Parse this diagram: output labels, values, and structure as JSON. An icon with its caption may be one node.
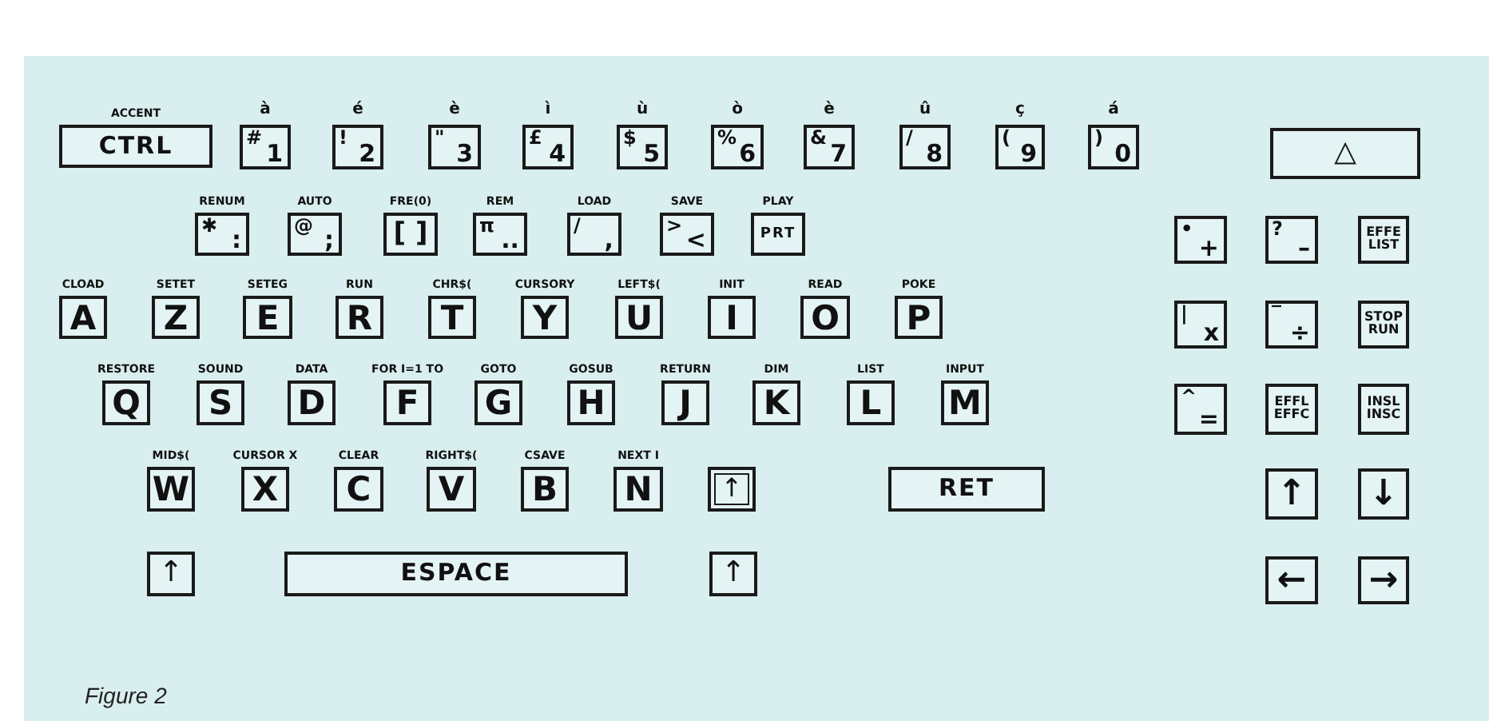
{
  "diagram": {
    "caption": "Figure 2",
    "nodes": [
      {
        "text": [
          "CTRL"
        ],
        "beside": [
          "ACCENT"
        ]
      },
      {
        "text": [
          "#",
          "1"
        ],
        "beside": [
          "à"
        ]
      },
      {
        "text": [
          "!",
          "2"
        ],
        "beside": [
          "é"
        ]
      },
      {
        "text": [
          "\"",
          "3"
        ],
        "beside": [
          "è"
        ]
      },
      {
        "text": [
          "£",
          "4"
        ],
        "beside": [
          "ì"
        ]
      },
      {
        "text": [
          "$",
          "5"
        ],
        "beside": [
          "ù"
        ]
      },
      {
        "text": [
          "%",
          "6"
        ],
        "beside": [
          "ò"
        ]
      },
      {
        "text": [
          "&",
          "7"
        ],
        "beside": [
          "è"
        ]
      },
      {
        "text": [
          "/",
          "8"
        ],
        "beside": [
          "û"
        ]
      },
      {
        "text": [
          "(",
          "9"
        ],
        "beside": [
          "ç"
        ]
      },
      {
        "text": [
          ")",
          "0"
        ],
        "beside": [
          "á"
        ]
      },
      {
        "text": [
          "✱",
          ":"
        ],
        "beside": [
          "RENUM"
        ]
      },
      {
        "text": [
          "@",
          ";"
        ],
        "beside": [
          "AUTO"
        ]
      },
      {
        "text": [
          "[ ]"
        ],
        "beside": [
          "FRE(0)"
        ]
      },
      {
        "text": [
          "π",
          ".."
        ],
        "beside": [
          "REM"
        ]
      },
      {
        "text": [
          "/",
          ","
        ],
        "beside": [
          "LOAD"
        ]
      },
      {
        "text": [
          ">",
          "<"
        ],
        "beside": [
          "SAVE"
        ]
      },
      {
        "text": [
          "PRT"
        ],
        "beside": [
          "PLAY"
        ]
      },
      {
        "text": [
          "A"
        ],
        "beside": [
          "CLOAD"
        ]
      },
      {
        "text": [
          "Z"
        ],
        "beside": [
          "SETET"
        ]
      },
      {
        "text": [
          "E"
        ],
        "beside": [
          "SETEG"
        ]
      },
      {
        "text": [
          "R"
        ],
        "beside": [
          "RUN"
        ]
      },
      {
        "text": [
          "T"
        ],
        "beside": [
          "CHR$("
        ]
      },
      {
        "text": [
          "Y"
        ],
        "beside": [
          "CURSORY"
        ]
      },
      {
        "text": [
          "U"
        ],
        "beside": [
          "LEFT$("
        ]
      },
      {
        "text": [
          "I"
        ],
        "beside": [
          "INIT"
        ]
      },
      {
        "text": [
          "O"
        ],
        "beside": [
          "READ"
        ]
      },
      {
        "text": [
          "P"
        ],
        "beside": [
          "POKE"
        ]
      },
      {
        "text": [
          "Q"
        ],
        "beside": [
          "RESTORE"
        ]
      },
      {
        "text": [
          "S"
        ],
        "beside": [
          "SOUND"
        ]
      },
      {
        "text": [
          "D"
        ],
        "beside": [
          "DATA"
        ]
      },
      {
        "text": [
          "F"
        ],
        "beside": [
          "FOR I=1 TO"
        ]
      },
      {
        "text": [
          "G"
        ],
        "beside": [
          "GOTO"
        ]
      },
      {
        "text": [
          "H"
        ],
        "beside": [
          "GOSUB"
        ]
      },
      {
        "text": [
          "J"
        ],
        "beside": [
          "RETURN"
        ]
      },
      {
        "text": [
          "K"
        ],
        "beside": [
          "DIM"
        ]
      },
      {
        "text": [
          "L"
        ],
        "beside": [
          "LIST"
        ]
      },
      {
        "text": [
          "M"
        ],
        "beside": [
          "INPUT"
        ]
      },
      {
        "text": [
          "W"
        ],
        "beside": [
          "MID$("
        ]
      },
      {
        "text": [
          "X"
        ],
        "beside": [
          "CURSOR X"
        ]
      },
      {
        "text": [
          "C"
        ],
        "beside": [
          "CLEAR"
        ]
      },
      {
        "text": [
          "V"
        ],
        "beside": [
          "RIGHT$("
        ]
      },
      {
        "text": [
          "B"
        ],
        "beside": [
          "CSAVE"
        ]
      },
      {
        "text": [
          "N"
        ],
        "beside": [
          "NEXT I"
        ]
      },
      {
        "text": [
          "↑"
        ]
      },
      {
        "text": [
          "RET"
        ]
      },
      {
        "text": [
          "↑"
        ]
      },
      {
        "text": [
          "ESPACE"
        ]
      },
      {
        "text": [
          "↑"
        ]
      },
      {
        "text": [
          "△"
        ]
      },
      {
        "text": [
          "•",
          "+"
        ]
      },
      {
        "text": [
          "?",
          "–"
        ]
      },
      {
        "text": [
          "EFFE LIST"
        ]
      },
      {
        "text": [
          "|",
          "x"
        ]
      },
      {
        "text": [
          "‾",
          "÷"
        ]
      },
      {
        "text": [
          "STOP RUN"
        ]
      },
      {
        "text": [
          "^",
          "="
        ]
      },
      {
        "text": [
          "EFFL EFFC"
        ]
      },
      {
        "text": [
          "INSL INSC"
        ]
      },
      {
        "text": [
          "↑"
        ]
      },
      {
        "text": [
          "↓"
        ]
      },
      {
        "text": [
          "←"
        ]
      },
      {
        "text": [
          "→"
        ]
      }
    ]
  }
}
